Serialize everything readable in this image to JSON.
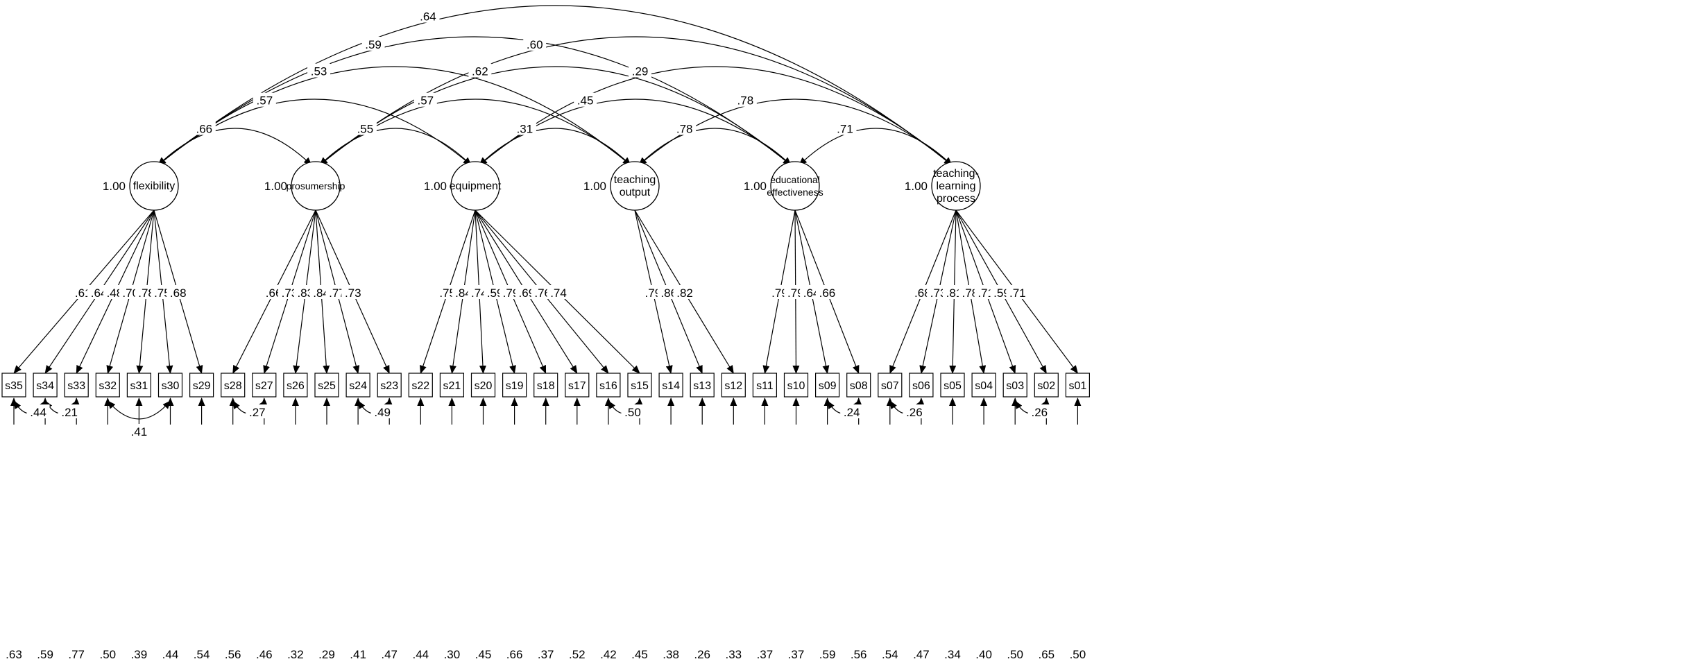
{
  "factors": [
    {
      "name": "flexibility",
      "lines": [
        "flexibility"
      ],
      "variance": "1.00",
      "indicators": [
        "s35",
        "s34",
        "s33",
        "s32",
        "s31",
        "s30",
        "s29"
      ],
      "loadings": [
        ".61",
        ".64",
        ".48",
        ".70",
        ".78",
        ".75",
        ".68"
      ]
    },
    {
      "name": "prosumership",
      "lines": [
        "prosumership"
      ],
      "variance": "1.00",
      "indicators": [
        "s28",
        "s27",
        "s26",
        "s25",
        "s24",
        "s23"
      ],
      "loadings": [
        ".66",
        ".73",
        ".83",
        ".84",
        ".77",
        ".73"
      ]
    },
    {
      "name": "equipment",
      "lines": [
        "equipment"
      ],
      "variance": "1.00",
      "indicators": [
        "s22",
        "s21",
        "s20",
        "s19",
        "s18",
        "s17",
        "s16",
        "s15"
      ],
      "loadings": [
        ".75",
        ".84",
        ".74",
        ".59",
        ".79",
        ".69",
        ".76",
        ".74"
      ]
    },
    {
      "name": "teaching output",
      "lines": [
        "teaching",
        "output"
      ],
      "variance": "1.00",
      "indicators": [
        "s14",
        "s13",
        "s12"
      ],
      "loadings": [
        ".79",
        ".86",
        ".82"
      ]
    },
    {
      "name": "educational effectiveness",
      "lines": [
        "educational",
        "effectiveness"
      ],
      "variance": "1.00",
      "indicators": [
        "s11",
        "s10",
        "s09",
        "s08"
      ],
      "loadings": [
        ".79",
        ".79",
        ".64",
        ".66"
      ]
    },
    {
      "name": "teaching-learning process",
      "lines": [
        "teaching-",
        "learning",
        "process"
      ],
      "variance": "1.00",
      "indicators": [
        "s07",
        "s06",
        "s05",
        "s04",
        "s03",
        "s02",
        "s01"
      ],
      "loadings": [
        ".68",
        ".73",
        ".81",
        ".78",
        ".71",
        ".59",
        ".71"
      ]
    }
  ],
  "indicator_order": [
    "s35",
    "s34",
    "s33",
    "s32",
    "s31",
    "s30",
    "s29",
    "s28",
    "s27",
    "s26",
    "s25",
    "s24",
    "s23",
    "s22",
    "s21",
    "s20",
    "s19",
    "s18",
    "s17",
    "s16",
    "s15",
    "s14",
    "s13",
    "s12",
    "s11",
    "s10",
    "s09",
    "s08",
    "s07",
    "s06",
    "s05",
    "s04",
    "s03",
    "s02",
    "s01"
  ],
  "residual_variances": [
    ".63",
    ".59",
    ".77",
    ".50",
    ".39",
    ".44",
    ".54",
    ".56",
    ".46",
    ".32",
    ".29",
    ".41",
    ".47",
    ".44",
    ".30",
    ".45",
    ".66",
    ".37",
    ".52",
    ".42",
    ".45",
    ".38",
    ".26",
    ".33",
    ".37",
    ".37",
    ".59",
    ".56",
    ".54",
    ".47",
    ".34",
    ".40",
    ".50",
    ".65",
    ".50"
  ],
  "factor_correlations": [
    {
      "from": 0,
      "to": 1,
      "value": ".66"
    },
    {
      "from": 0,
      "to": 2,
      "value": ".57"
    },
    {
      "from": 0,
      "to": 3,
      "value": ".53"
    },
    {
      "from": 0,
      "to": 4,
      "value": ".59"
    },
    {
      "from": 0,
      "to": 5,
      "value": ".64"
    },
    {
      "from": 1,
      "to": 2,
      "value": ".55"
    },
    {
      "from": 1,
      "to": 3,
      "value": ".57"
    },
    {
      "from": 1,
      "to": 4,
      "value": ".62"
    },
    {
      "from": 1,
      "to": 5,
      "value": ".60"
    },
    {
      "from": 2,
      "to": 3,
      "value": ".31"
    },
    {
      "from": 2,
      "to": 4,
      "value": ".45"
    },
    {
      "from": 2,
      "to": 5,
      "value": ".29"
    },
    {
      "from": 3,
      "to": 4,
      "value": ".78"
    },
    {
      "from": 3,
      "to": 5,
      "value": ".78"
    },
    {
      "from": 4,
      "to": 5,
      "value": ".71"
    }
  ],
  "error_covariances": [
    {
      "a": "s35",
      "b": "s34",
      "value": ".44"
    },
    {
      "a": "s34",
      "b": "s33",
      "value": ".21"
    },
    {
      "a": "s32",
      "b": "s30",
      "value": ".41"
    },
    {
      "a": "s28",
      "b": "s27",
      "value": ".27"
    },
    {
      "a": "s24",
      "b": "s23",
      "value": ".49"
    },
    {
      "a": "s16",
      "b": "s15",
      "value": ".50"
    },
    {
      "a": "s09",
      "b": "s08",
      "value": ".24"
    },
    {
      "a": "s07",
      "b": "s06",
      "value": ".26"
    },
    {
      "a": "s03",
      "b": "s02",
      "value": ".26"
    }
  ]
}
